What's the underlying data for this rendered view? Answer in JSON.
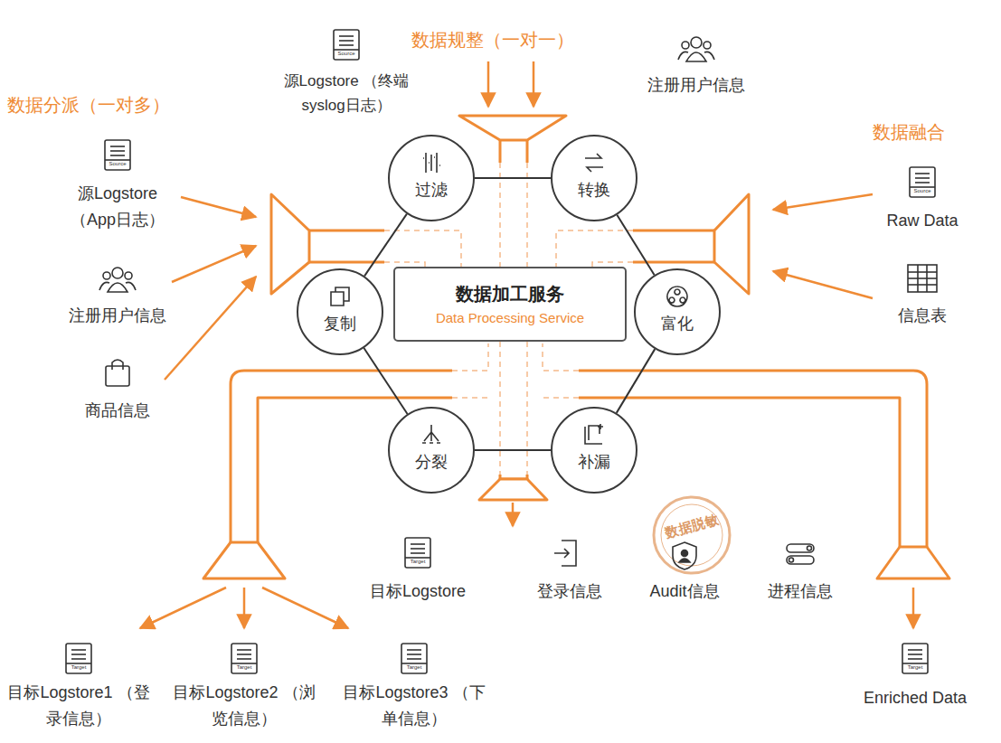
{
  "diagram": {
    "nodes": [
      {
        "text": [
          "过滤"
        ]
      },
      {
        "text": [
          "转换"
        ]
      },
      {
        "text": [
          "复制"
        ]
      },
      {
        "text": [
          "数据加工服务",
          "Data Processing Service"
        ]
      },
      {
        "text": [
          "富化"
        ]
      },
      {
        "text": [
          "分裂"
        ]
      },
      {
        "text": [
          "补漏"
        ]
      }
    ],
    "edges": [
      {
        "from": 0,
        "to": 1,
        "arrow": "none"
      },
      {
        "from": 1,
        "to": 4,
        "arrow": "none"
      },
      {
        "from": 4,
        "to": 6,
        "arrow": "none"
      },
      {
        "from": 6,
        "to": 5,
        "arrow": "none"
      },
      {
        "from": 5,
        "to": 2,
        "arrow": "none"
      },
      {
        "from": 2,
        "to": 0,
        "arrow": "none"
      }
    ],
    "labels": [
      "数据规整（一对一）",
      "源Logstore （终端syslog日志）",
      "Source",
      "注册用户信息",
      "数据分派（一对多）",
      "源Logstore （App日志）",
      "Source",
      "注册用户信息",
      "商品信息",
      "数据融合",
      "Raw Data",
      "Source",
      "信息表",
      "目标Logstore",
      "Target",
      "登录信息",
      "Audit信息",
      "进程信息",
      "数据脱敏",
      "目标Logstore1 （登录信息）",
      "Target",
      "目标Logstore2 （浏览信息）",
      "Target",
      "目标Logstore3 （下单信息）",
      "Target",
      "Enriched Data",
      "Target"
    ]
  }
}
